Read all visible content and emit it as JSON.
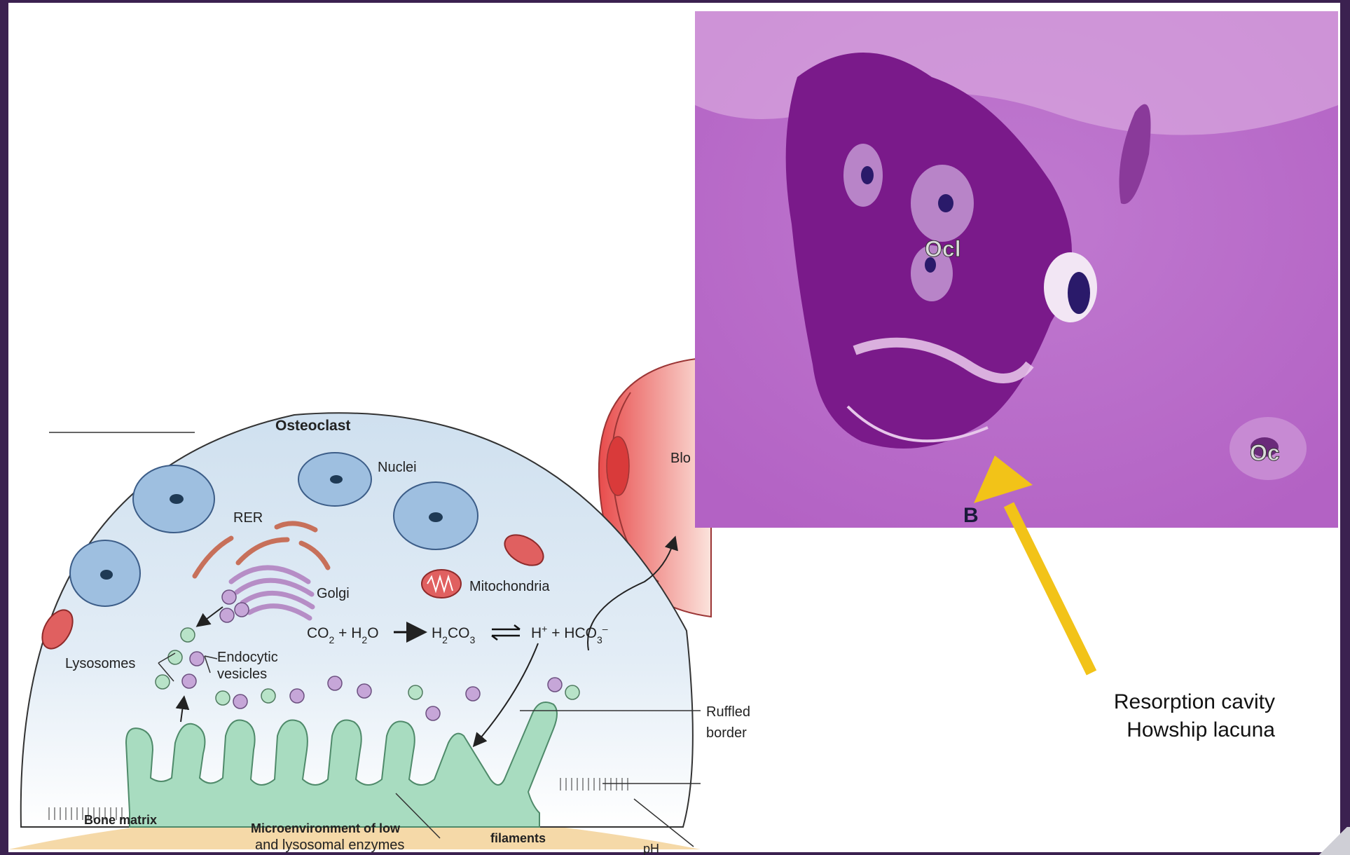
{
  "diagram": {
    "title": "Osteoclast",
    "labels": {
      "nuclei": "Nuclei",
      "rer": "RER",
      "golgi": "Golgi",
      "mitochondria": "Mitochondria",
      "lysosomes": "Lysosomes",
      "endocytic_1": "Endocytic",
      "endocytic_2": "vesicles",
      "ruffled_1": "Ruffled",
      "ruffled_2": "border",
      "bone_matrix": "Bone matrix",
      "micro_1": "Microenvironment of low",
      "micro_2": "and lysosomal enzymes",
      "filaments": "filaments",
      "ph": "pH",
      "blood": "Blo"
    },
    "equation": {
      "co2": "CO",
      "co2_sub": "2",
      "plus1": " + H",
      "h2o_sub": "2",
      "o": "O",
      "h2co3_a": "H",
      "h2co3_sub1": "2",
      "h2co3_b": "CO",
      "h2co3_sub2": "3",
      "h": "H",
      "h_sup": "+",
      "plus2": " + HCO",
      "hco3_sub": "3",
      "hco3_sup": "–"
    },
    "colors": {
      "cell_fill": "#dbe8f3",
      "nucleus": "#9ebfe0",
      "ruffled": "#a8dcc0",
      "mitochondria": "#e06060",
      "vessel": "#e85c5c",
      "bone": "#f5d9a8"
    }
  },
  "micrograph": {
    "labels": {
      "ocl": "Ocl",
      "oc": "Oc",
      "b": "B"
    },
    "arrow_color": "#f2c318",
    "stain_colors": [
      "#b467c6",
      "#7a1a8a",
      "#d9a6de"
    ]
  },
  "caption": {
    "line1": "Resorption cavity",
    "line2": "Howship lacuna"
  }
}
